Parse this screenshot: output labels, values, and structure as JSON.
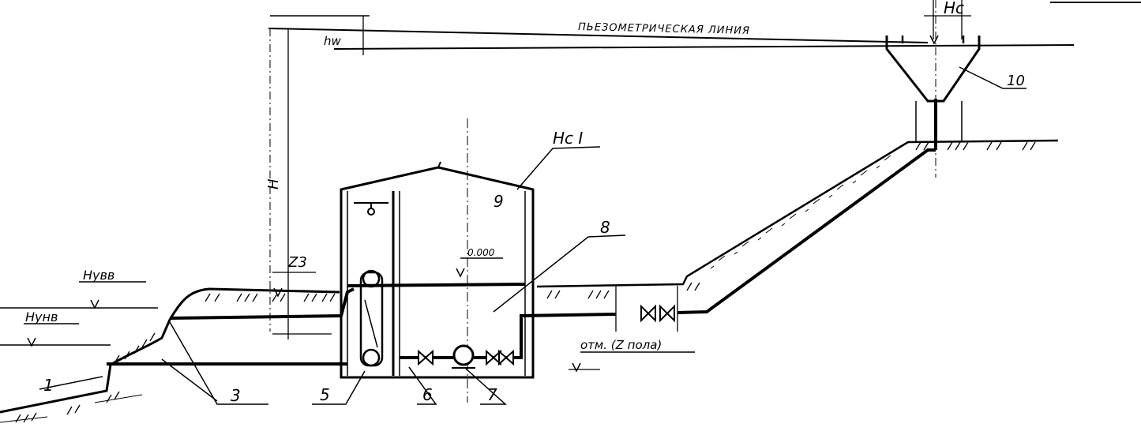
{
  "labels": {
    "piezometric_line": "ПЬЕЗОМЕТРИЧЕСКАЯ ЛИНИЯ",
    "hw": "hw",
    "hc": "Hс",
    "h": "H",
    "hc_one": "Hс I",
    "z3": "Z3",
    "nuvv": "Hувв",
    "nunv": "Hунв",
    "zero_mark": "0.000",
    "floor_mark": "отм. (Z пола)",
    "num_1": "1",
    "num_3": "3",
    "num_5": "5",
    "num_6": "6",
    "num_7": "7",
    "num_8": "8",
    "num_9": "9",
    "num_10": "10"
  }
}
